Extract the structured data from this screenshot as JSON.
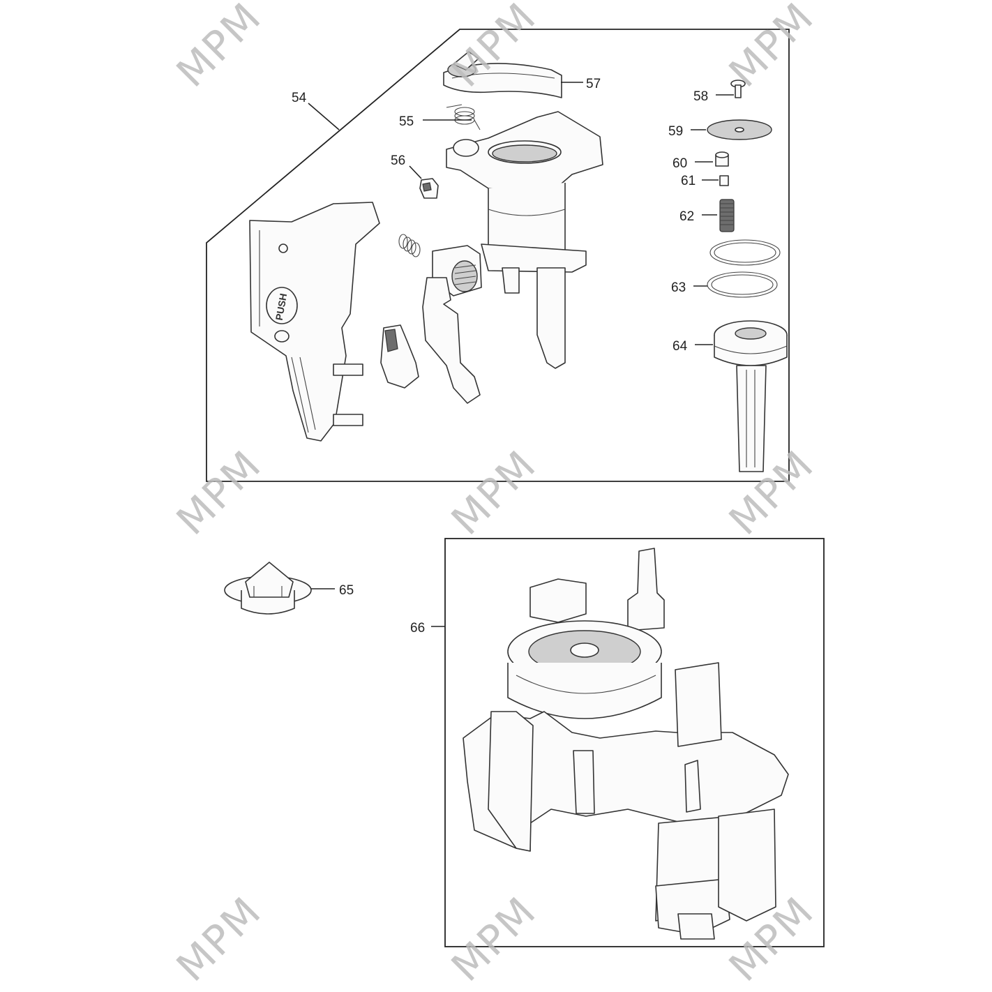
{
  "diagram": {
    "watermark": "MPM",
    "callouts": [
      "54",
      "55",
      "56",
      "57",
      "58",
      "59",
      "60",
      "61",
      "62",
      "63",
      "64",
      "65",
      "66"
    ],
    "side_text": [
      "PUSH"
    ]
  }
}
